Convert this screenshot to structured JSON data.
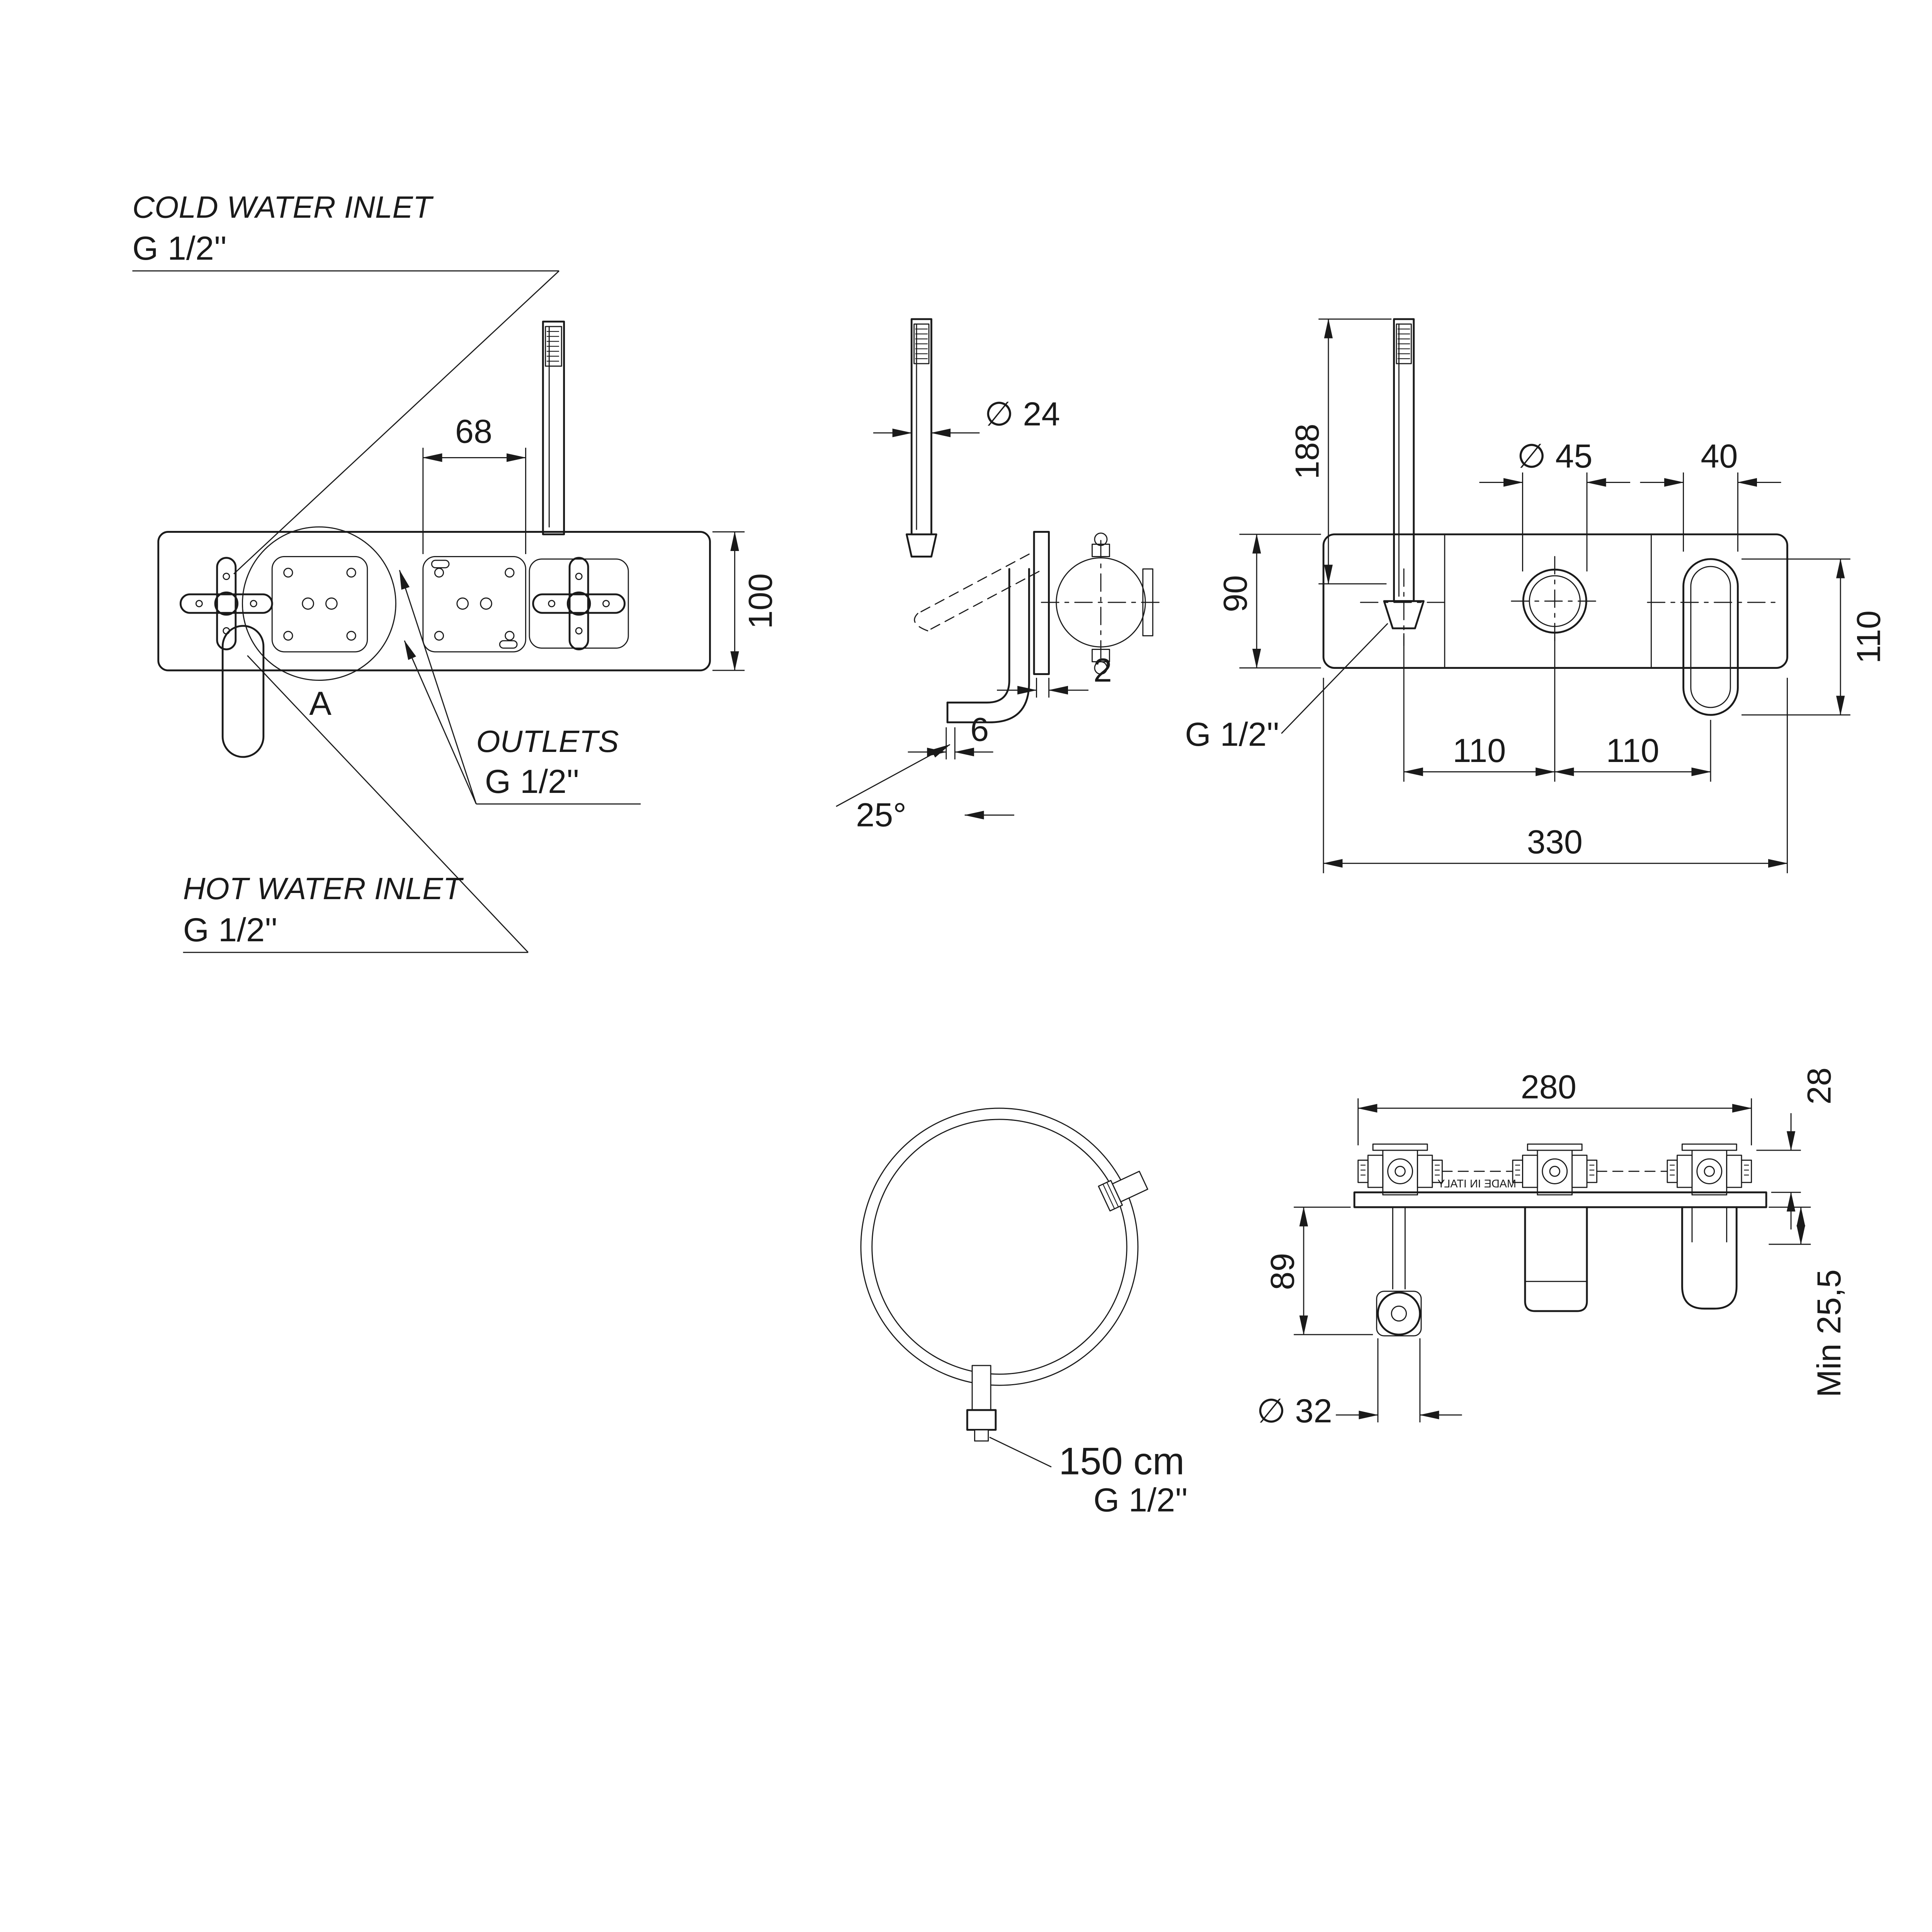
{
  "sheet": {
    "background": "#ffffff",
    "line_color": "#1a1a1a",
    "description": "Technical dimension drawing of a wall-mounted bath/shower mixer with hand shower"
  },
  "rear_view": {
    "cold_inlet_label": "COLD WATER INLET",
    "cold_inlet_thread": "G 1/2''",
    "hot_inlet_label": "HOT WATER INLET",
    "hot_inlet_thread": "G 1/2''",
    "outlets_label": "OUTLETS",
    "outlets_thread": "G 1/2''",
    "section_marker": "A",
    "dim_spacing": "68",
    "dim_height": "100"
  },
  "side_view": {
    "dim_diameter": "∅ 24",
    "dim_thickness": "2",
    "dim_offset": "6",
    "dim_angle": "25°"
  },
  "front_view": {
    "dim_handshower_height": "188",
    "dim_body_height": "90",
    "dim_knob_diameter": "∅ 45",
    "dim_lever_width": "40",
    "dim_lever_length": "110",
    "dim_spacing_left": "110",
    "dim_spacing_right": "110",
    "dim_total_width": "330",
    "thread": "G 1/2''"
  },
  "hose_view": {
    "length": "150 cm",
    "thread": "G 1/2''"
  },
  "top_view": {
    "dim_width": "280",
    "dim_depth_offset": "28",
    "dim_holder_depth": "89",
    "dim_hose_diameter": "∅ 32",
    "dim_min_depth": "Min 25,5",
    "made_in": "MADE IN ITALY"
  }
}
